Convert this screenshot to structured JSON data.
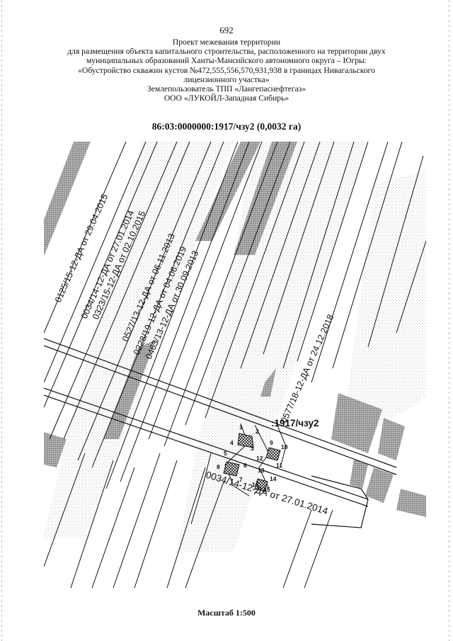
{
  "page_number": "692",
  "header_lines": [
    "Проект межевания территории",
    "для размещения объекта капитального строительства, расположенного на территории двух",
    "муниципальных образований Ханты-Мансийского автономного округа – Югры:",
    "«Обустройство скважин кустов №472,555,556,570,931,938 в границах Нивагальского",
    "лицензионного участка»",
    "Землепользователь ТПП «Лангепаснефтегаз»",
    "ООО «ЛУКОЙЛ-Западная Сибирь»"
  ],
  "parcel_title": "86:03:0000000:1917/чзу2 (0,0032 га)",
  "map": {
    "strip_labels": [
      "0125/15-12-ДА от 29.04.2015",
      "0034/14-12-ДА от 27.01.2014",
      "0323/15-12-ДА от 02.10.2015",
      "0527/13-12-ДА от 06.11.2013",
      "0228/19-12-ДА от 04.06.2019",
      "0463/13-12-ДА от 30.09.2013",
      "0577/18-12-ДА от 24.12.2018"
    ],
    "road_label": "0034/14-12-ДА от 27.01.2014",
    "parcel_label": ":1917/чзу2",
    "point_numbers": [
      "1",
      "2",
      "3",
      "4",
      "5",
      "6",
      "7",
      "8",
      "9",
      "10",
      "11",
      "12",
      "13",
      "14",
      "15",
      "16"
    ],
    "colors": {
      "hatch": "#9a9a9a",
      "line": "#111111",
      "stipple": "#c9c9c9"
    }
  },
  "scale": "Масштаб 1:500"
}
